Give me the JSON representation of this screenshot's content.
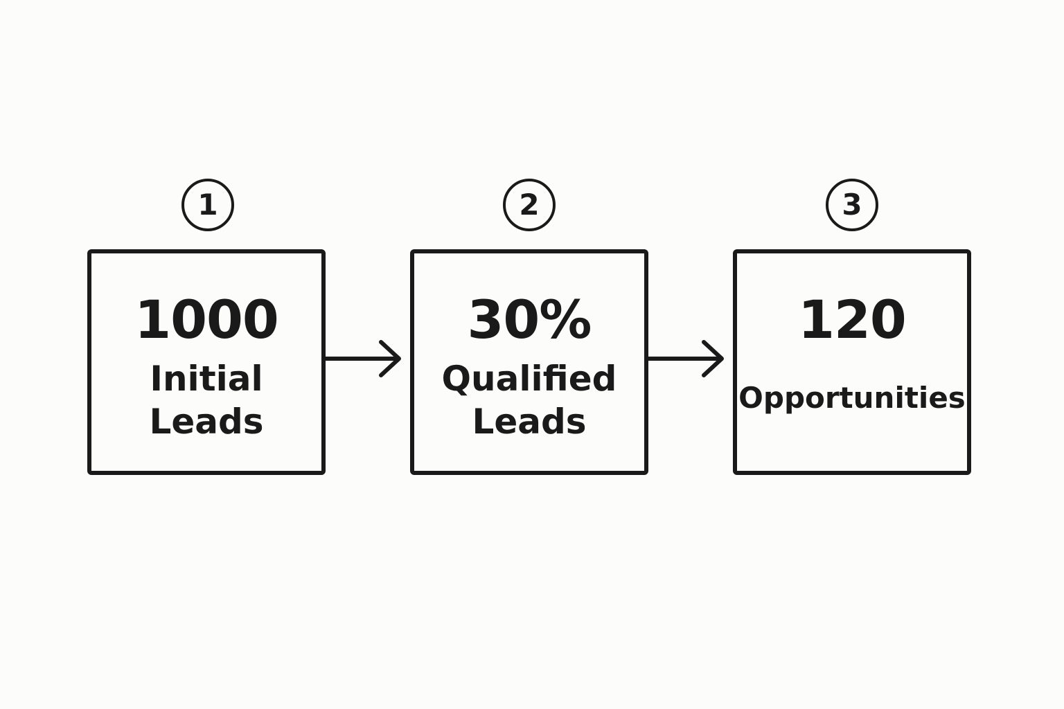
{
  "flow": {
    "steps": [
      {
        "number": "1",
        "value": "1000",
        "label_line1": "Initial",
        "label_line2": "Leads"
      },
      {
        "number": "2",
        "value": "30%",
        "label_line1": "Qualified",
        "label_line2": "Leads"
      },
      {
        "number": "3",
        "value": "120",
        "label_line1": "Opportunities"
      }
    ],
    "colors": {
      "stroke": "#1a1a1a",
      "background": "#fcfcfa"
    }
  }
}
